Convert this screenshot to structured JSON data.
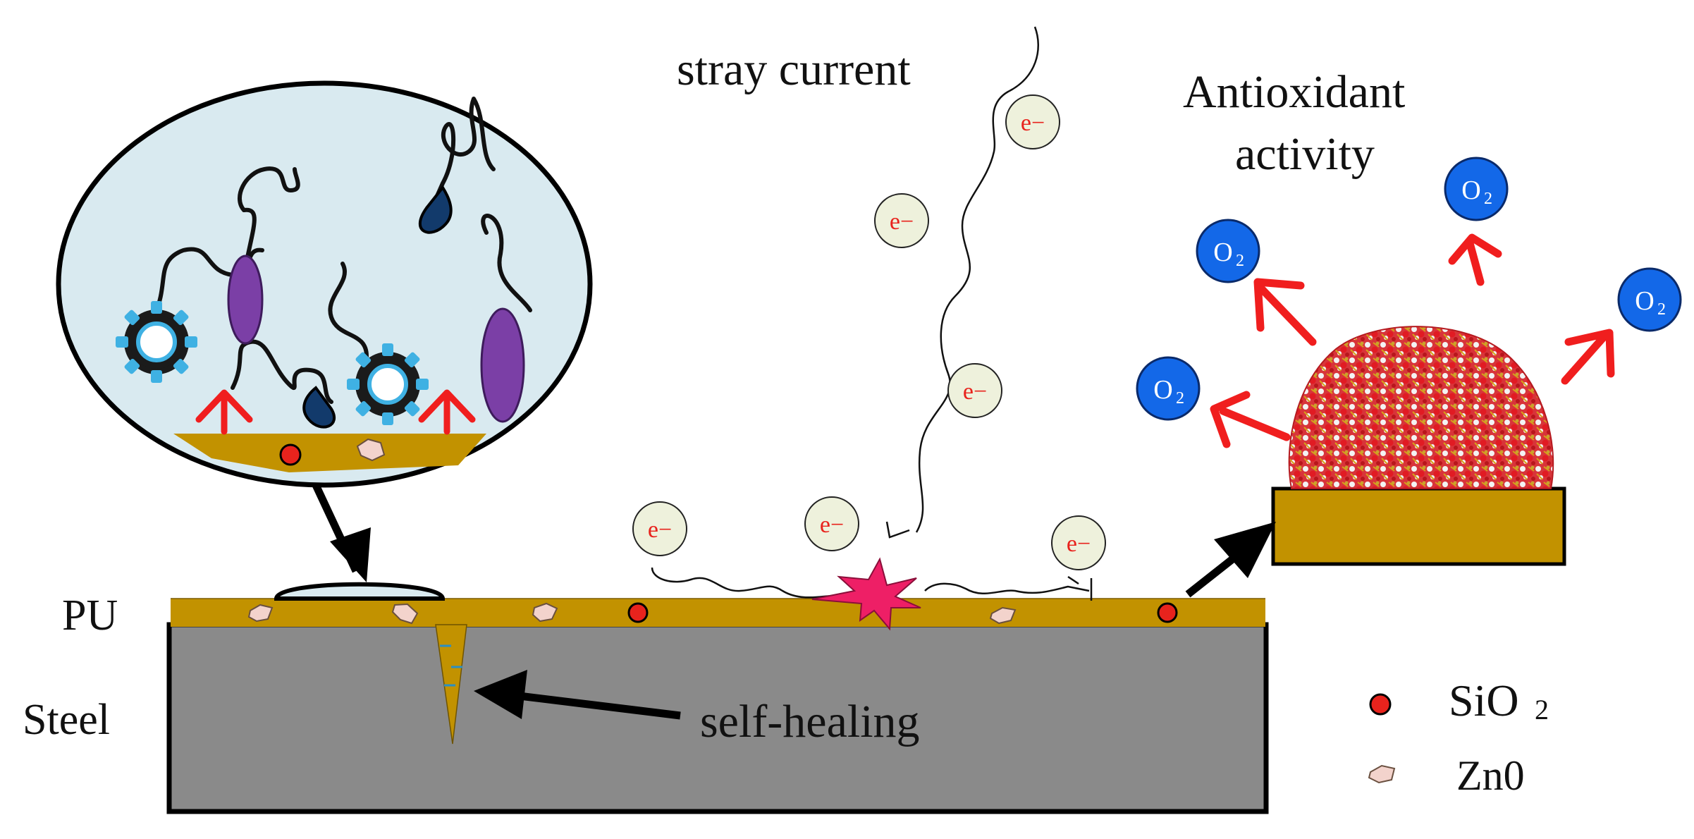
{
  "labels": {
    "stray_current": "stray current",
    "antioxidant_line1": "Antioxidant",
    "antioxidant_line2": "activity",
    "pu": "PU",
    "steel": "Steel",
    "self_healing": "self-healing",
    "electron": "e−",
    "oxygen": "O",
    "oxygen_sub": "2"
  },
  "legend": {
    "sio2": "SiO",
    "sio2_sub": "2",
    "zno": "Zn0"
  },
  "colors": {
    "coating_gold": "#c29200",
    "steel_gray": "#8a8a8a",
    "bubble_fill": "#d9eaf0",
    "sio2_red": "#e8231d",
    "zno_pink": "#f3d3cc",
    "oxygen_blue": "#1368e8",
    "arrow_red": "#f01e1e",
    "spark_pink": "#ee1f66",
    "chain_purple": "#7b3fa6",
    "droplet_navy": "#123a6b",
    "gear_cyan": "#3fb1e3",
    "electron_fill": "#eef1dc"
  },
  "icons": [
    "magnify-bubble",
    "gear-icon",
    "droplet-icon",
    "electron-icon",
    "oxygen-icon",
    "spark-icon",
    "silica-nanoparticle"
  ]
}
